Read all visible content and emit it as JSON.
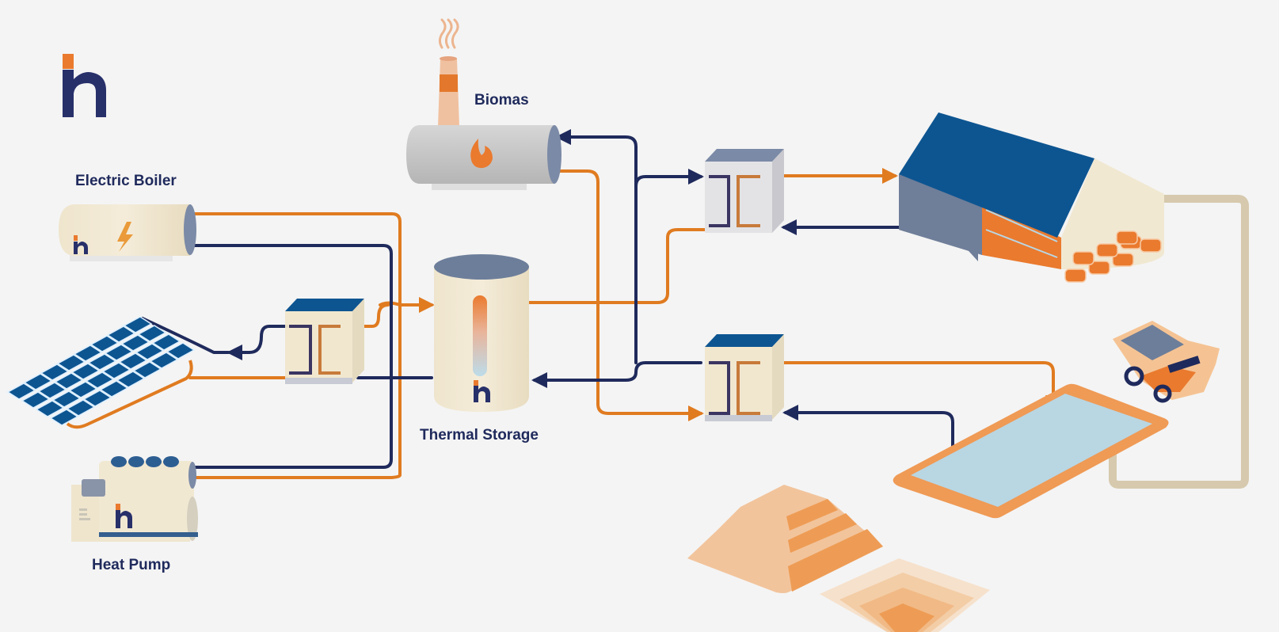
{
  "diagram": {
    "title": "Thermal storage heat network",
    "colors": {
      "background": "#f4f4f4",
      "hot_pipe": "#e07b20",
      "cold_pipe": "#1f2a5c",
      "brand_navy": "#28306a",
      "brand_orange": "#ea7a2e",
      "roof_blue": "#0d5591",
      "cream": "#f1e8d2",
      "water": "#b9d6e3",
      "conveyor": "#d6c9ad"
    },
    "logo": {
      "letter": "h",
      "name": "brand-logo"
    },
    "nodes": [
      {
        "id": "electric-boiler",
        "label": "Electric Boiler",
        "icon": "lightning-icon"
      },
      {
        "id": "biomass",
        "label": "Biomas",
        "icon": "flame-icon"
      },
      {
        "id": "thermal-storage",
        "label": "Thermal Storage",
        "icon": "thermometer-icon"
      },
      {
        "id": "heat-pump",
        "label": "Heat Pump",
        "icon": "fan-icon"
      },
      {
        "id": "solar-panels",
        "label": "",
        "icon": "solar-panel-icon"
      },
      {
        "id": "hx-solar",
        "label": "",
        "icon": "heat-exchanger-icon"
      },
      {
        "id": "hx-building",
        "label": "",
        "icon": "heat-exchanger-icon"
      },
      {
        "id": "hx-pond",
        "label": "",
        "icon": "heat-exchanger-icon"
      },
      {
        "id": "warehouse",
        "label": "",
        "icon": "warehouse-icon"
      },
      {
        "id": "haul-truck",
        "label": "",
        "icon": "truck-icon"
      },
      {
        "id": "leach-pond",
        "label": "",
        "icon": "pond-icon"
      },
      {
        "id": "ore-heap",
        "label": "",
        "icon": "heap-icon"
      },
      {
        "id": "open-pit",
        "label": "",
        "icon": "pit-icon"
      }
    ],
    "edges": [
      {
        "from": "electric-boiler",
        "to": "thermal-storage",
        "type": "hot"
      },
      {
        "from": "thermal-storage",
        "to": "electric-boiler",
        "type": "cold"
      },
      {
        "from": "hx-solar",
        "to": "thermal-storage",
        "type": "hot"
      },
      {
        "from": "thermal-storage",
        "to": "hx-solar",
        "type": "cold"
      },
      {
        "from": "hx-solar",
        "to": "solar-panels",
        "type": "cold"
      },
      {
        "from": "solar-panels",
        "to": "hx-solar",
        "type": "hot"
      },
      {
        "from": "heat-pump",
        "to": "thermal-storage",
        "type": "hot"
      },
      {
        "from": "thermal-storage",
        "to": "heat-pump",
        "type": "cold"
      },
      {
        "from": "biomass",
        "to": "thermal-storage",
        "type": "hot"
      },
      {
        "from": "thermal-storage",
        "to": "biomass",
        "type": "cold"
      },
      {
        "from": "thermal-storage",
        "to": "hx-building",
        "type": "hot"
      },
      {
        "from": "hx-building",
        "to": "thermal-storage",
        "type": "cold"
      },
      {
        "from": "hx-building",
        "to": "warehouse",
        "type": "hot"
      },
      {
        "from": "warehouse",
        "to": "hx-building",
        "type": "cold"
      },
      {
        "from": "thermal-storage",
        "to": "hx-pond",
        "type": "hot"
      },
      {
        "from": "hx-pond",
        "to": "thermal-storage",
        "type": "cold"
      },
      {
        "from": "hx-pond",
        "to": "leach-pond",
        "type": "hot"
      },
      {
        "from": "leach-pond",
        "to": "hx-pond",
        "type": "cold"
      },
      {
        "from": "leach-pond",
        "to": "warehouse",
        "type": "conveyor"
      }
    ]
  }
}
